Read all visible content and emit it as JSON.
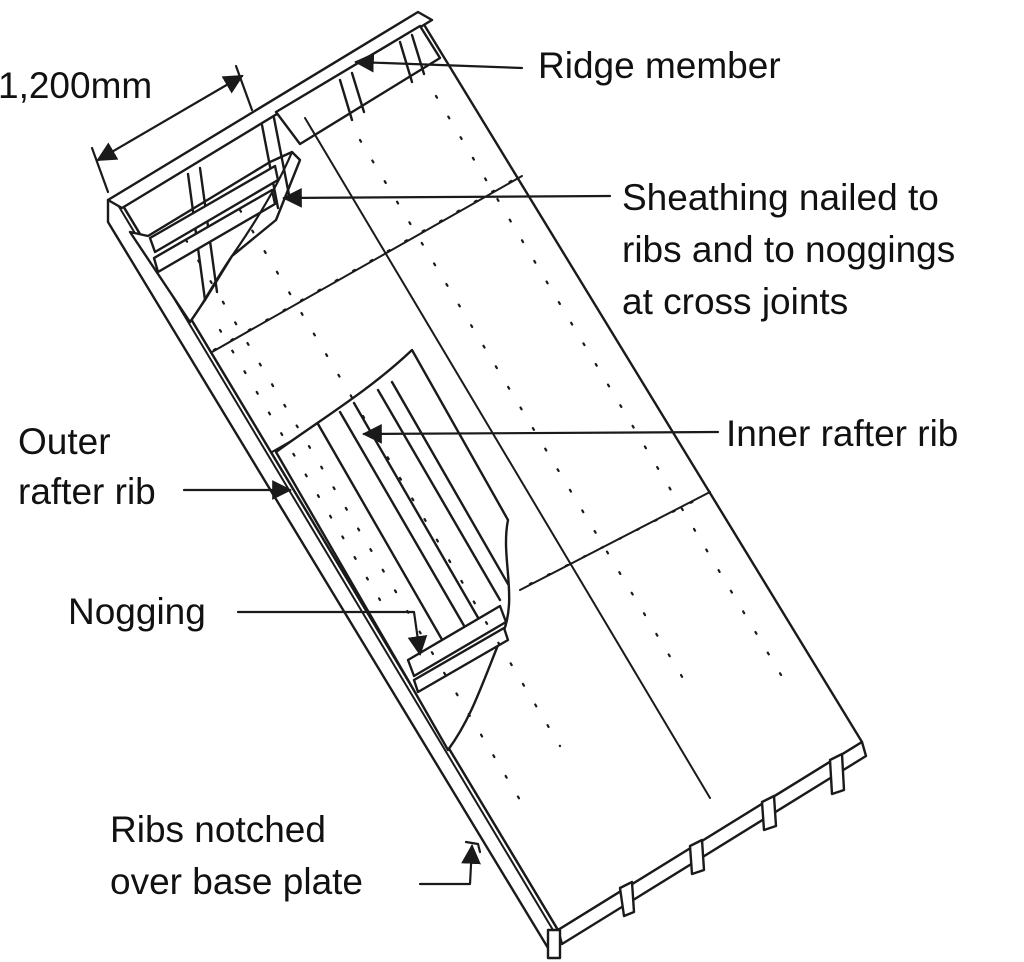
{
  "labels": {
    "dimension": "1,200mm",
    "ridge_member": "Ridge member",
    "sheathing_line1": "Sheathing nailed to",
    "sheathing_line2": "ribs and to noggings",
    "sheathing_line3": "at cross joints",
    "inner_rafter_rib": "Inner rafter rib",
    "outer_rafter_rib_line1": "Outer",
    "outer_rafter_rib_line2": "rafter rib",
    "nogging": "Nogging",
    "ribs_notched_line1": "Ribs notched",
    "ribs_notched_line2": "over base plate"
  },
  "colors": {
    "ink": "#1a1a1a",
    "paper": "#ffffff"
  }
}
